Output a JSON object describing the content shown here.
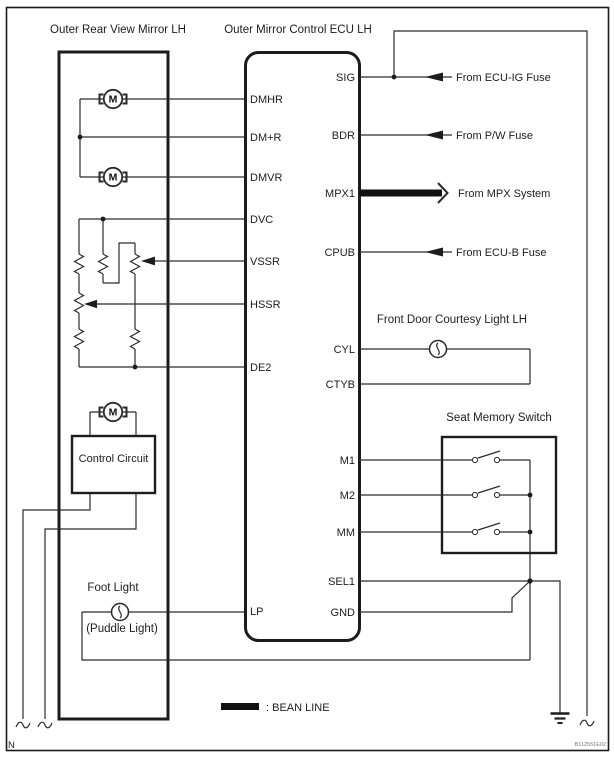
{
  "diagram": {
    "titles": {
      "mirror_box": "Outer Rear View Mirror LH",
      "ecu_box": "Outer Mirror Control ECU LH",
      "courtesy_light": "Front Door Courtesy Light LH",
      "seat_memory_switch": "Seat Memory Switch",
      "foot_light": "Foot Light",
      "puddle_light": "(Puddle Light)",
      "control_circuit": "Control Circuit"
    },
    "pins_left": [
      "DMHR",
      "DM+R",
      "DMVR",
      "DVC",
      "VSSR",
      "HSSR",
      "DE2",
      "LP"
    ],
    "pins_right": [
      "SIG",
      "BDR",
      "MPX1",
      "CPUB",
      "CYL",
      "CTYB",
      "M1",
      "M2",
      "MM",
      "SEL1",
      "GND"
    ],
    "sources": [
      "From ECU-IG Fuse",
      "From P/W Fuse",
      "From MPX System",
      "From ECU-B Fuse"
    ],
    "motor_letter": "M",
    "legend_label": ": BEAN LINE",
    "page_marker": "N",
    "doc_id": "B112551E02",
    "colors": {
      "line": "#2b2b2b",
      "bean_line": "#111111",
      "background": "#ffffff"
    }
  }
}
